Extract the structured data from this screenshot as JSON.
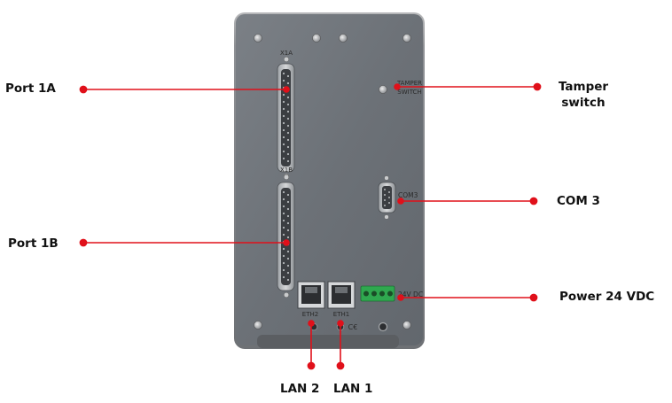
{
  "device": {
    "silkscreen": {
      "x1a": "X1A",
      "x1b": "X1B",
      "tamper_line1": "TAMPER",
      "tamper_line2": "SWITCH",
      "com3": "COM3",
      "power": "24V DC",
      "eth2": "ETH2",
      "eth1": "ETH1",
      "ce_mark": "C€"
    }
  },
  "callouts": {
    "port_1a": "Port 1A",
    "port_1b": "Port 1B",
    "tamper_line1": "Tamper",
    "tamper_line2": "switch",
    "com3": "COM 3",
    "power": "Power 24 VDC",
    "lan2": "LAN 2",
    "lan1": "LAN 1"
  },
  "colors": {
    "callout_red": "#e0101a",
    "panel_grey": "#6f747a",
    "case_grey": "#8a8d91"
  }
}
